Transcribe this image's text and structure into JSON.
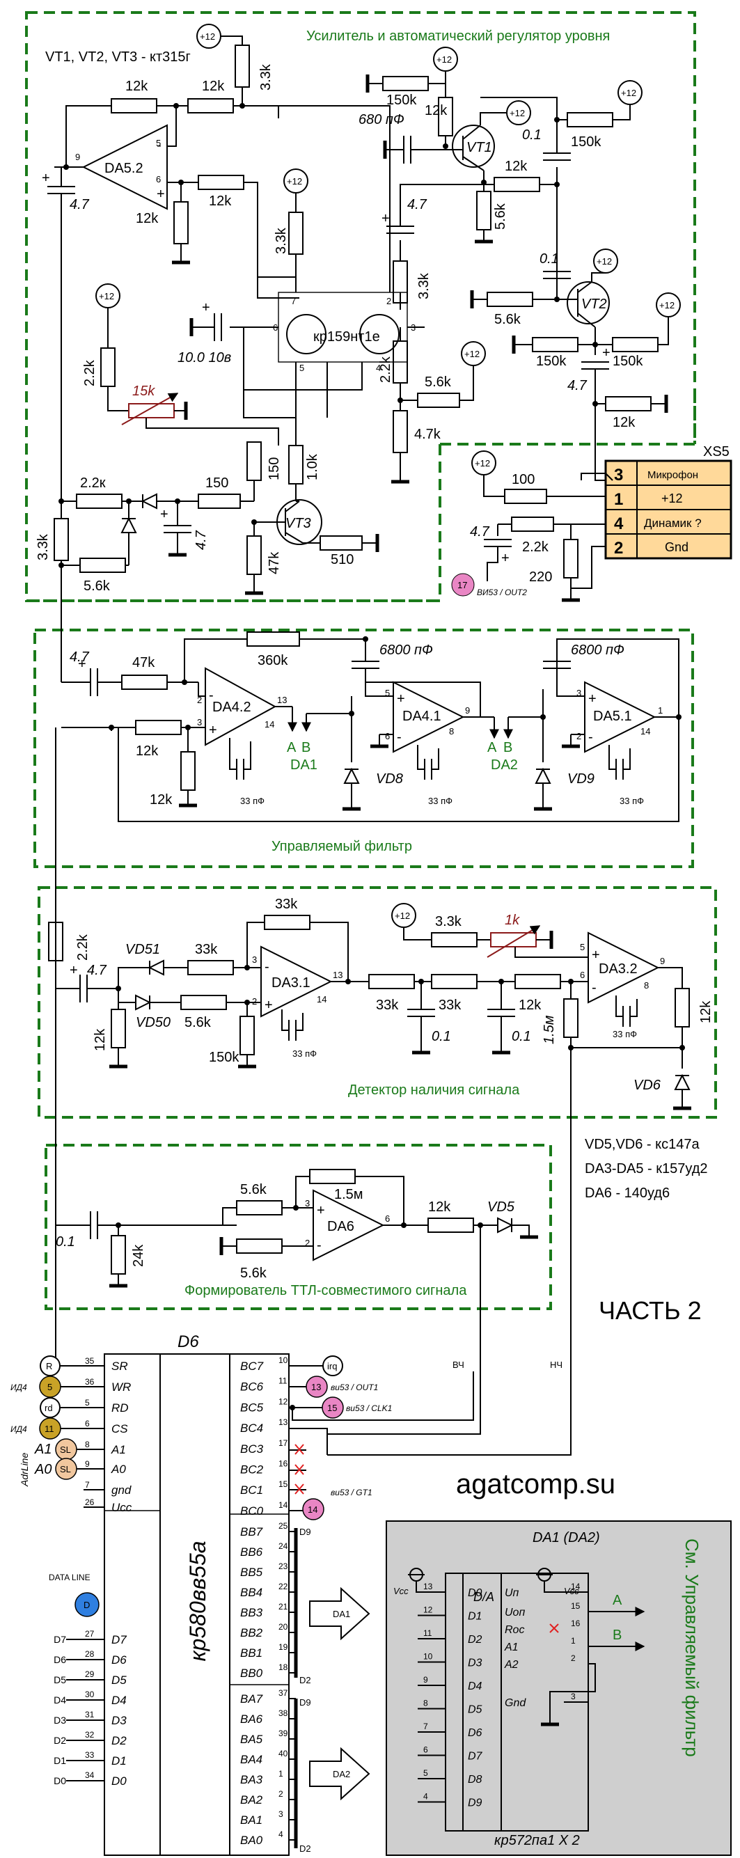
{
  "colors": {
    "green": "#1a7a1a",
    "pink": "#e986c4",
    "gold": "#c9a227",
    "peach": "#f1c79e",
    "blue": "#2f7fe0",
    "connector": "#ffd99a",
    "grey": "#cfcfcf",
    "red": "#e02020",
    "maroon": "#8b1a1a"
  },
  "blocks": {
    "amp": "Усилитель и автоматический регулятор уровня",
    "filter": "Управляемый фильтр",
    "detector": "Детектор наличия сигнала",
    "ttl": "Формирователь ТТЛ-совместимого сигнала"
  },
  "notes": {
    "vt": "VT1, VT2, VT3 - кт315г",
    "vd": "VD5,VD6 - кс147а",
    "da": "DA3-DA5 - к157уд2",
    "da6": "DA6 - 140уд6",
    "part": "ЧАСТЬ 2",
    "site": "agatcomp.su",
    "see": "См. Управляемый фильтр"
  },
  "amp": {
    "r12k_a": "12k",
    "r12k_b": "12k",
    "r3_3k_top": "3.3k",
    "da52": "DA5.2",
    "c4_7_left": "4.7",
    "r12k_fb": "12k",
    "r12k_in": "12k",
    "pin9": "9",
    "pin5": "5",
    "pin6": "6",
    "r150k_a": "150k",
    "r12k_c": "12k",
    "c680": "680 пФ",
    "vt1": "VT1",
    "r150k_b": "150k",
    "r12k_d": "12k",
    "r5_6k_a": "5.6k",
    "c4_7_mid": "4.7",
    "r3_3k_mid": "3.3k",
    "c0_1": "0.1",
    "vt2": "VT2",
    "r5_6k_b": "5.6k",
    "r150k_c": "150k",
    "r150k_d": "150k",
    "c4_7_r": "4.7",
    "r12k_e": "12k",
    "r3_3k_k159": "3.3k",
    "k159": "кр159нт1е",
    "c10": "10.0 10в",
    "p7": "7",
    "p2": "2",
    "p6": "6",
    "p3": "3",
    "p5": "5",
    "p4": "4",
    "r2_2k_v": "2.2k",
    "r5_6k_c": "5.6k",
    "r4_7k": "4.7k",
    "r1_0k": "1.0k",
    "r150_v": "150",
    "r2_2k_pot": "2.2k",
    "pot15k": "15k",
    "r2_2k_h": "2.2к",
    "r150_h": "150",
    "c4_7_low": "4.7",
    "vt3": "VT3",
    "r47k": "47k",
    "r510": "510",
    "r3_3k_left": "3.3k",
    "r5_6k_low": "5.6k"
  },
  "xs5": {
    "title": "XS5",
    "rows": [
      {
        "n": "3",
        "t": "Микрофон"
      },
      {
        "n": "1",
        "t": "+12"
      },
      {
        "n": "4",
        "t": "Динамик ?"
      },
      {
        "n": "2",
        "t": "Gnd"
      }
    ],
    "r100": "100",
    "r2_2k": "2.2k",
    "c4_7": "4.7",
    "r220": "220",
    "pad17": "17",
    "via": "ВИ53 / OUT2"
  },
  "vcc": "+12",
  "filt": {
    "c4_7": "4.7",
    "r47k": "47k",
    "r360k": "360k",
    "c6800a": "6800 пФ",
    "c6800b": "6800 пФ",
    "da42": "DA4.2",
    "da41": "DA4.1",
    "da51": "DA5.1",
    "r12k_a": "12k",
    "r12k_b": "12k",
    "c33a": "33 пФ",
    "c33b": "33 пФ",
    "c33c": "33 пФ",
    "da1": "DA1",
    "da2": "DA2",
    "vd8": "VD8",
    "vd9": "VD9",
    "a1": "A",
    "b1": "B",
    "a2": "A",
    "b2": "B"
  },
  "det": {
    "r2_2k": "2.2k",
    "c4_7": "4.7",
    "vd51": "VD51",
    "vd50": "VD50",
    "r33k_a": "33k",
    "r5_6k": "5.6k",
    "r33k_top": "33k",
    "da31": "DA3.1",
    "r12k_v": "12k",
    "r150k": "150k",
    "c33": "33 пФ",
    "r3_3k": "3.3k",
    "pot1k": "1k",
    "r33k_b": "33k",
    "r33k_c": "33k",
    "r12k_h": "12k",
    "c0_1a": "0.1",
    "c0_1b": "0.1",
    "r1_5m": "1.5м",
    "da32": "DA3.2",
    "c33b": "33 пФ",
    "r12k_r": "12k",
    "vd6": "VD6"
  },
  "ttl": {
    "c0_1": "0.1",
    "r24k": "24k",
    "r5_6k_a": "5.6k",
    "r5_6k_b": "5.6k",
    "r1_5m": "1.5м",
    "da6": "DA6",
    "r12k": "12k",
    "vd5": "VD5"
  },
  "d6": {
    "title": "D6",
    "chip": "кр580вв55а",
    "left_pins": [
      {
        "n": "35",
        "l": "SR"
      },
      {
        "n": "36",
        "l": "WR"
      },
      {
        "n": "5",
        "l": "RD"
      },
      {
        "n": "6",
        "l": "CS"
      },
      {
        "n": "8",
        "l": "A1"
      },
      {
        "n": "9",
        "l": "A0"
      },
      {
        "n": "7",
        "l": "gnd"
      },
      {
        "n": "26",
        "l": "Ucc"
      }
    ],
    "data_pins": [
      {
        "n": "27",
        "l": "D7"
      },
      {
        "n": "28",
        "l": "D6"
      },
      {
        "n": "29",
        "l": "D5"
      },
      {
        "n": "30",
        "l": "D4"
      },
      {
        "n": "31",
        "l": "D3"
      },
      {
        "n": "32",
        "l": "D2"
      },
      {
        "n": "33",
        "l": "D1"
      },
      {
        "n": "34",
        "l": "D0"
      }
    ],
    "data_ext": [
      "D7",
      "D6",
      "D5",
      "D4",
      "D3",
      "D2",
      "D1",
      "D0"
    ],
    "c_pins": [
      {
        "n": "10",
        "l": "BC7"
      },
      {
        "n": "11",
        "l": "BC6"
      },
      {
        "n": "12",
        "l": "BC5"
      },
      {
        "n": "13",
        "l": "BC4"
      },
      {
        "n": "17",
        "l": "BC3"
      },
      {
        "n": "16",
        "l": "BC2"
      },
      {
        "n": "15",
        "l": "BC1"
      },
      {
        "n": "14",
        "l": "BC0"
      }
    ],
    "b_pins": [
      {
        "n": "25",
        "l": "BB7"
      },
      {
        "n": "24",
        "l": "BB6"
      },
      {
        "n": "23",
        "l": "BB5"
      },
      {
        "n": "22",
        "l": "BB4"
      },
      {
        "n": "21",
        "l": "BB3"
      },
      {
        "n": "20",
        "l": "BB2"
      },
      {
        "n": "19",
        "l": "BB1"
      },
      {
        "n": "18",
        "l": "BB0"
      }
    ],
    "a_pins": [
      {
        "n": "37",
        "l": "BA7"
      },
      {
        "n": "38",
        "l": "BA6"
      },
      {
        "n": "39",
        "l": "BA5"
      },
      {
        "n": "40",
        "l": "BA4"
      },
      {
        "n": "1",
        "l": "BA3"
      },
      {
        "n": "2",
        "l": "BA2"
      },
      {
        "n": "3",
        "l": "BA1"
      },
      {
        "n": "4",
        "l": "BA0"
      }
    ],
    "sig": {
      "r": "R",
      "n5": "5",
      "rd": "rd",
      "n11": "11",
      "sl1": "SL",
      "sl2": "SL",
      "a1": "A1",
      "a0": "A0",
      "id4a": "ИД4",
      "id4b": "ИД4",
      "addr": "AdrLine",
      "irq": "irq",
      "n13": "13",
      "n15": "15",
      "n14": "14",
      "out1": "ви53 / OUT1",
      "clk1": "ви53 / CLK1",
      "gt1": "ви53 / GT1",
      "dl": "DATA LINE",
      "d": "D",
      "vch": "ВЧ",
      "nch": "НЧ",
      "d9a": "D9",
      "d2a": "D2",
      "d9b": "D9",
      "d2b": "D2",
      "da1": "DA1",
      "da2": "DA2"
    }
  },
  "dac": {
    "title": "DA1 (DA2)",
    "da": "D/A",
    "chip": "кр572па1 X 2",
    "din": [
      {
        "n": "13",
        "l": "D0"
      },
      {
        "n": "12",
        "l": "D1"
      },
      {
        "n": "11",
        "l": "D2"
      },
      {
        "n": "10",
        "l": "D3"
      },
      {
        "n": "9",
        "l": "D4"
      },
      {
        "n": "8",
        "l": "D5"
      },
      {
        "n": "7",
        "l": "D6"
      },
      {
        "n": "6",
        "l": "D7"
      },
      {
        "n": "5",
        "l": "D8"
      },
      {
        "n": "4",
        "l": "D9"
      }
    ],
    "rp": [
      {
        "n": "14",
        "l": "Uп"
      },
      {
        "n": "15",
        "l": "Uоп"
      },
      {
        "n": "16",
        "l": "Roc"
      },
      {
        "n": "1",
        "l": "A1"
      },
      {
        "n": "2",
        "l": "A2"
      },
      {
        "n": "3",
        "l": "Gnd"
      }
    ],
    "vcc1": "Vcc",
    "vcc2": "Vcc",
    "a": "A",
    "b": "B"
  }
}
